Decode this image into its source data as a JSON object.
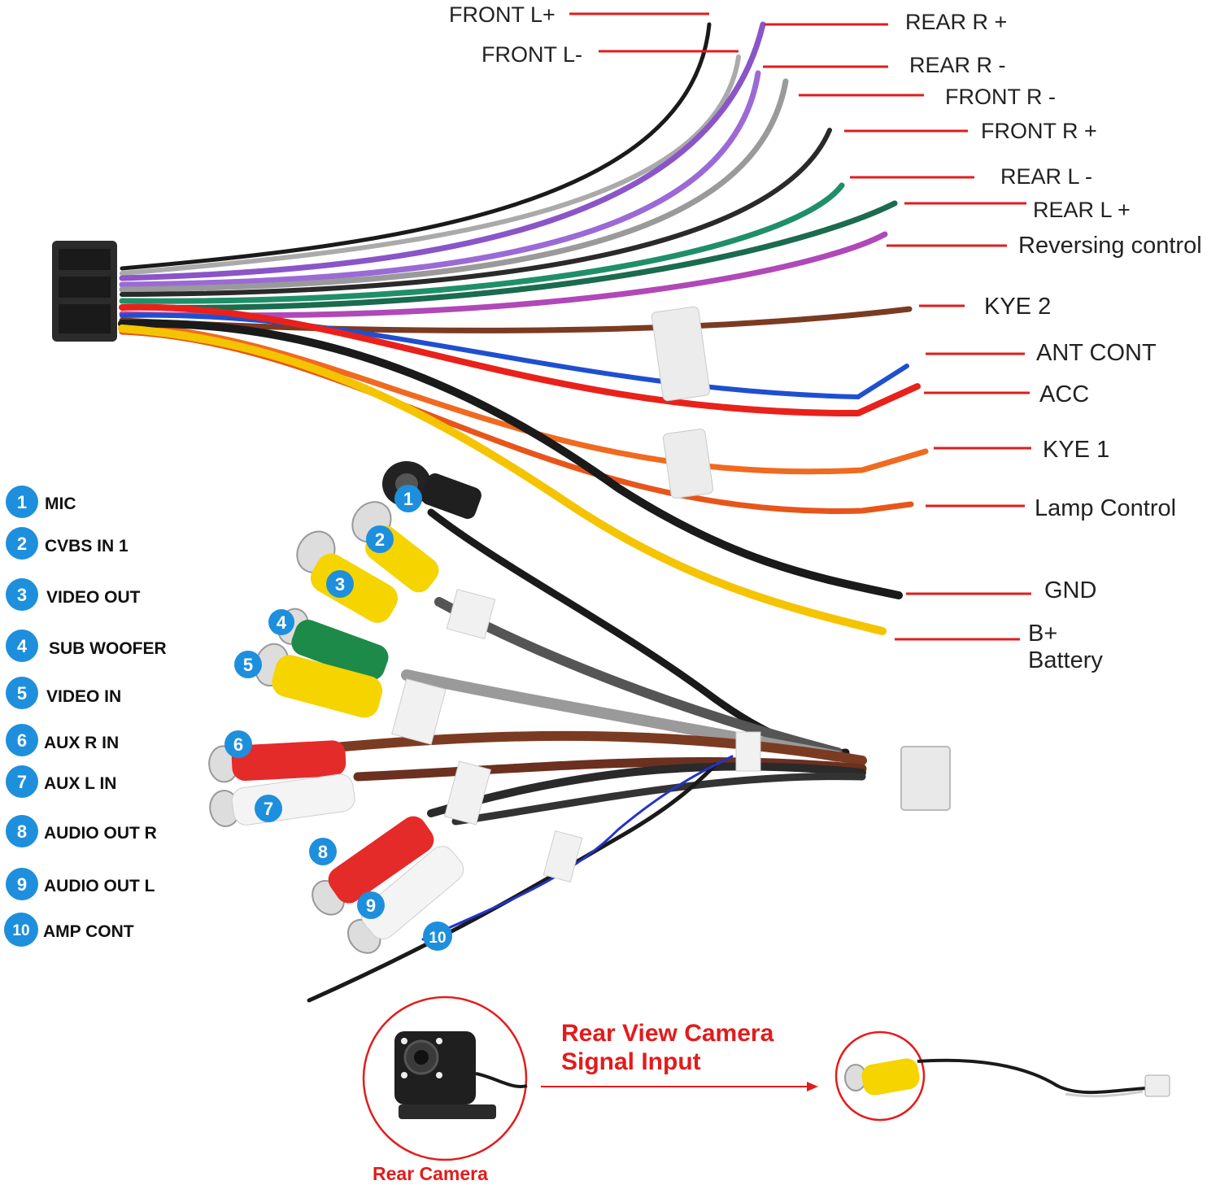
{
  "wire_labels": {
    "front_l_plus": "FRONT L+",
    "front_l_minus": "FRONT L-",
    "rear_r_plus": "REAR R +",
    "rear_r_minus": "REAR R -",
    "front_r_minus": "FRONT R -",
    "front_r_plus": "FRONT R +",
    "rear_l_minus": "REAR L -",
    "rear_l_plus": "REAR L +",
    "reversing": "Reversing control",
    "kye2": "KYE 2",
    "ant_cont": "ANT CONT",
    "acc": "ACC",
    "kye1": "KYE 1",
    "lamp": "Lamp Control",
    "gnd": "GND",
    "bplus": "B+",
    "battery": "Battery"
  },
  "legend": [
    {
      "num": "1",
      "label": "MIC"
    },
    {
      "num": "2",
      "label": "CVBS IN 1"
    },
    {
      "num": "3",
      "label": "VIDEO OUT"
    },
    {
      "num": "4",
      "label": "SUB WOOFER"
    },
    {
      "num": "5",
      "label": "VIDEO IN"
    },
    {
      "num": "6",
      "label": "AUX R IN"
    },
    {
      "num": "7",
      "label": "AUX L IN"
    },
    {
      "num": "8",
      "label": "AUDIO OUT R"
    },
    {
      "num": "9",
      "label": "AUDIO OUT L"
    },
    {
      "num": "10",
      "label": "AMP CONT"
    }
  ],
  "camera": {
    "title_line1": "Rear View Camera",
    "title_line2": "Signal Input",
    "caption": "Rear Camera"
  },
  "colors": {
    "leader_line": "#e21c1c",
    "badge": "#1e8fdc",
    "wire_black": "#1a1a1a",
    "wire_purple": "#8a55c8",
    "wire_gray": "#9a9a9a",
    "wire_green": "#1f8f6a",
    "wire_violet": "#b048b8",
    "wire_brown": "#7b3b22",
    "wire_blue": "#1f4fd0",
    "wire_red": "#e8221b",
    "wire_orange": "#f06a20",
    "wire_yellow": "#f5c400"
  }
}
